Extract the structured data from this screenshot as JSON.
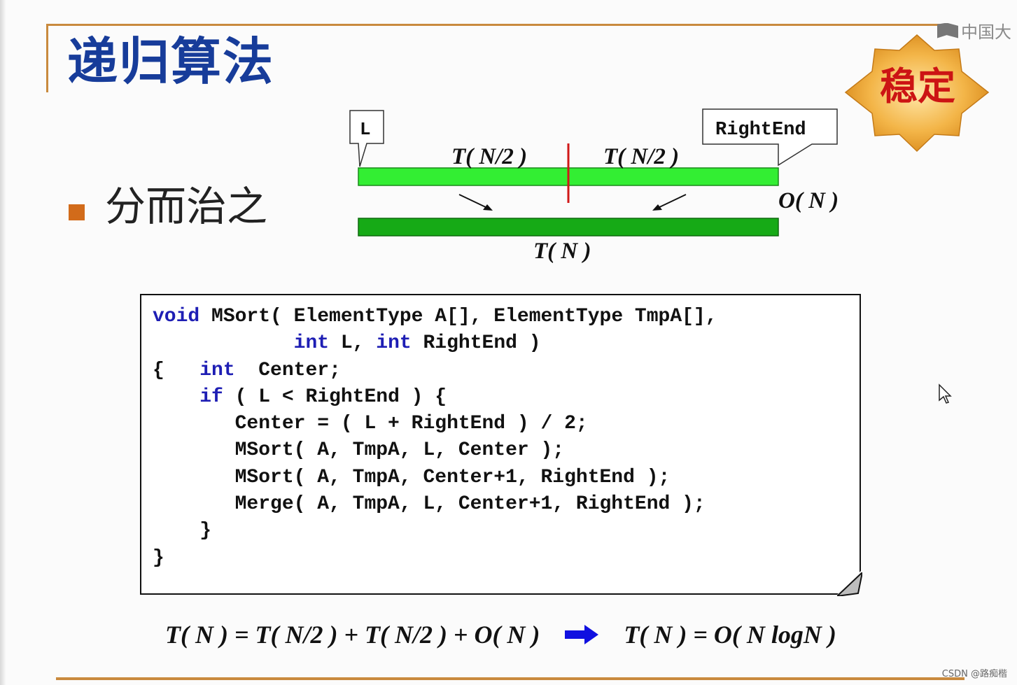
{
  "slide": {
    "title": "递归算法",
    "badge": "稳定",
    "bullet": "分而治之",
    "logo_text": "中国大",
    "watermark": "CSDN @路痴楷"
  },
  "diagram": {
    "left_label": "L",
    "right_label": "RightEnd",
    "left_half": "T( N/2 )",
    "right_half": "T( N/2 )",
    "merge_cost": "O( N )",
    "total": "T( N )"
  },
  "code": {
    "lines": [
      [
        {
          "t": "void",
          "k": true
        },
        {
          "t": " MSort( ElementType A[], ElementType TmpA[],",
          "k": false
        }
      ],
      [
        {
          "t": "            ",
          "k": false
        },
        {
          "t": "int",
          "k": true
        },
        {
          "t": " L, ",
          "k": false
        },
        {
          "t": "int",
          "k": true
        },
        {
          "t": " RightEnd )",
          "k": false
        }
      ],
      [
        {
          "t": "{   ",
          "k": false
        },
        {
          "t": "int",
          "k": true
        },
        {
          "t": "  Center;",
          "k": false
        }
      ],
      [
        {
          "t": "    ",
          "k": false
        },
        {
          "t": "if",
          "k": true
        },
        {
          "t": " ( L < RightEnd ) {",
          "k": false
        }
      ],
      [
        {
          "t": "       Center = ( L + RightEnd ) / 2;",
          "k": false
        }
      ],
      [
        {
          "t": "       MSort( A, TmpA, L, Center );",
          "k": false
        }
      ],
      [
        {
          "t": "       MSort( A, TmpA, Center+1, RightEnd );",
          "k": false
        }
      ],
      [
        {
          "t": "       Merge( A, TmpA, L, Center+1, RightEnd );",
          "k": false
        }
      ],
      [
        {
          "t": "    }",
          "k": false
        }
      ],
      [
        {
          "t": "}",
          "k": false
        }
      ]
    ]
  },
  "formula": {
    "recurrence": "T( N ) = T( N/2 ) + T( N/2 ) + O( N )",
    "result": "T( N ) = O( N logN )"
  },
  "colors": {
    "title": "#173c9a",
    "keyword": "#1e1eb4",
    "rule": "#c98a3e",
    "bar_light": "#33ee33",
    "bar_dark": "#16aa16",
    "badge_text": "#cc1414",
    "arrow": "#1010e0"
  },
  "icons": [
    "book-logo-icon",
    "starburst-badge-icon",
    "mouse-cursor-icon",
    "implies-arrow-icon"
  ]
}
